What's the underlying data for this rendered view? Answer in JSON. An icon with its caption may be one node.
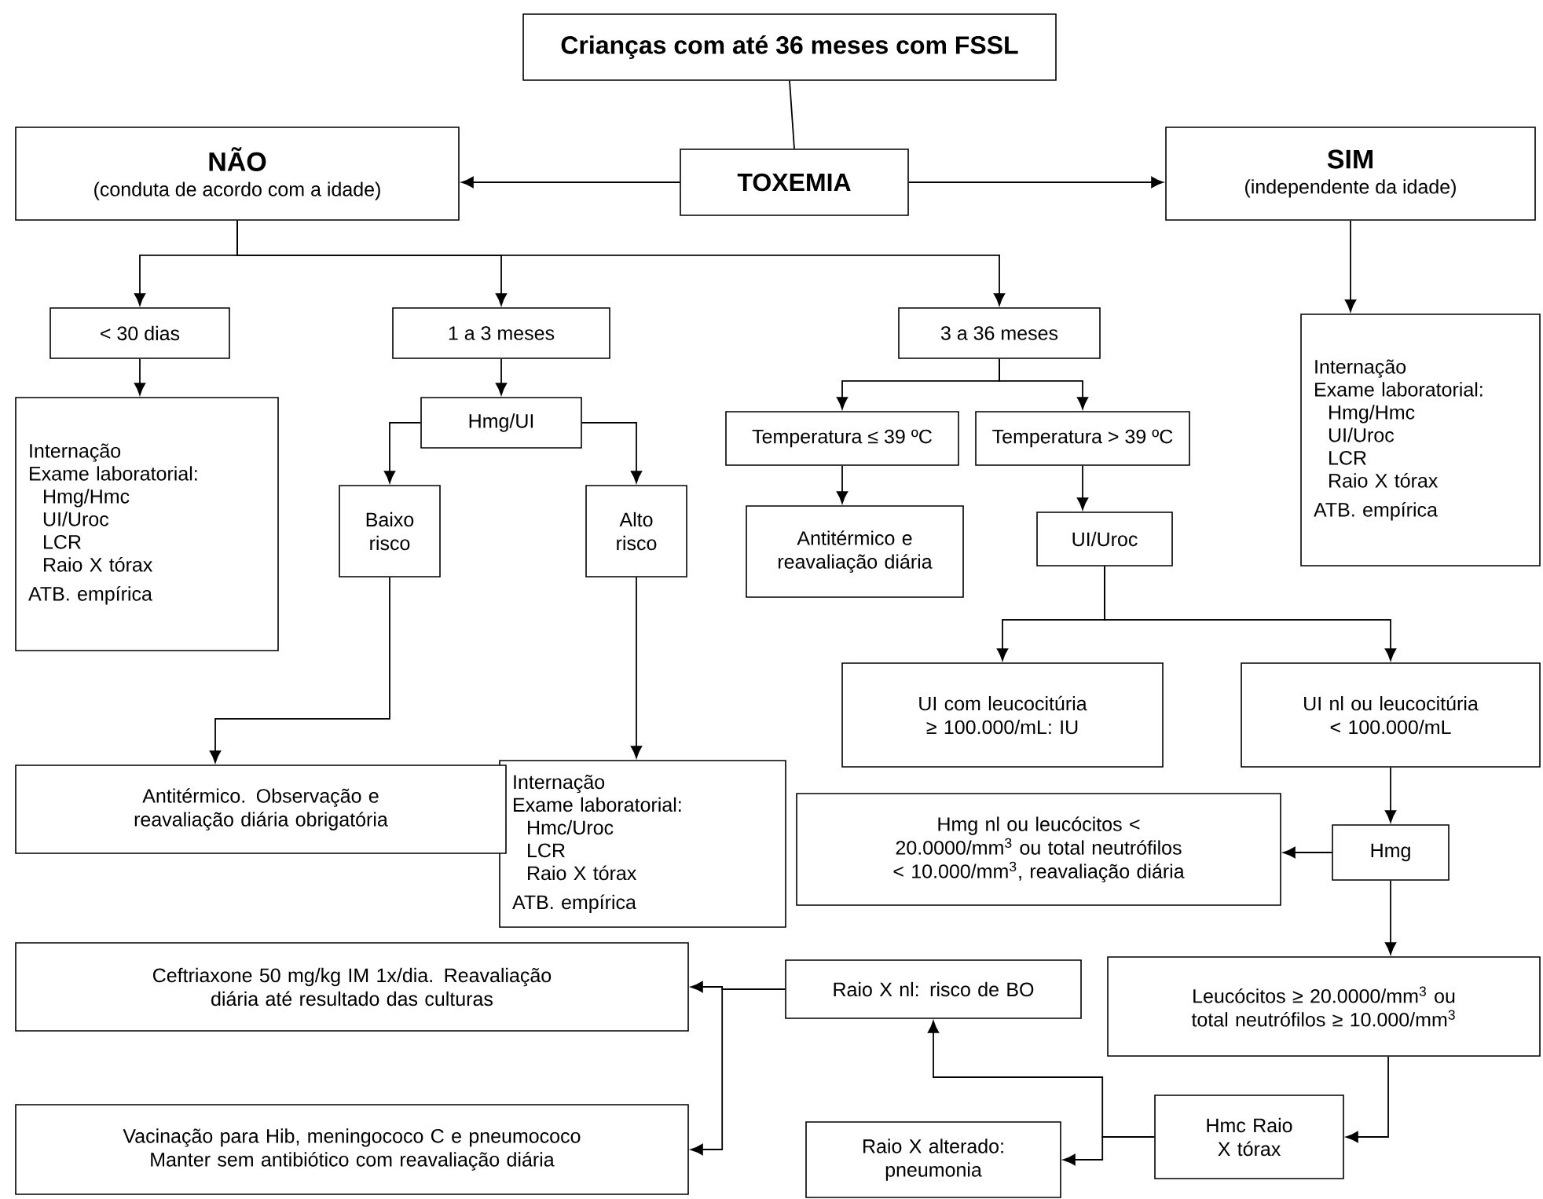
{
  "diagram": {
    "nodes": [
      {
        "text": [
          "Crianças com até 36 meses com FSSL"
        ]
      },
      {
        "text": [
          "TOXEMIA"
        ]
      },
      {
        "text": [
          "NÃO",
          "(conduta de acordo com a idade)"
        ]
      },
      {
        "text": [
          "SIM",
          "(independente da idade)"
        ]
      },
      {
        "text": [
          "< 30 dias"
        ]
      },
      {
        "text": [
          "1 a 3 meses"
        ]
      },
      {
        "text": [
          "3 a 36 meses"
        ]
      },
      {
        "text": [
          "Internação",
          "Exame laboratorial:",
          "Hmg/Hmc",
          "UI/Uroc",
          "LCR",
          "Raio X tórax",
          "ATB. empírica"
        ]
      },
      {
        "text": [
          "Hmg/UI"
        ]
      },
      {
        "text": [
          "Temperatura ≤ 39 ºC"
        ]
      },
      {
        "text": [
          "Temperatura > 39 ºC"
        ]
      },
      {
        "text": [
          "Internação",
          "Exame laboratorial:",
          "Hmg/Hmc",
          "UI/Uroc",
          "LCR",
          "Raio X tórax",
          "ATB. empírica"
        ]
      },
      {
        "text": [
          "Baixo risco"
        ]
      },
      {
        "text": [
          "Alto risco"
        ]
      },
      {
        "text": [
          "Antitérmico e reavaliação diária"
        ]
      },
      {
        "text": [
          "UI/Uroc"
        ]
      },
      {
        "text": [
          "Internação",
          "Exame laboratorial:",
          "Hmc/Uroc",
          "LCR",
          "Raio X tórax",
          "ATB. empírica"
        ]
      },
      {
        "text": [
          "Antitérmico. Observação e reavaliação diária obrigatória"
        ]
      },
      {
        "text": [
          "UI com leucocitúria ≥ 100.000/mL: IU"
        ]
      },
      {
        "text": [
          "UI nl ou leucocitúria < 100.000/mL"
        ]
      },
      {
        "text": [
          "Hmg nl ou leucócitos < 20.0000/mm$^{3}$ ou total neutrófilos < 10.000/mm$^{3}$, reavaliação diária"
        ]
      },
      {
        "text": [
          "Hmg"
        ]
      },
      {
        "text": [
          "Ceftriaxone 50 mg/kg IM 1x/dia. Reavaliação diária até resultado das culturas"
        ]
      },
      {
        "text": [
          "Raio X nl: risco de BO"
        ]
      },
      {
        "text": [
          "Leucócitos ≥ 20.0000/mm$^{3}$ ou total neutrófilos ≥ 10.000/mm$^{3}$"
        ]
      },
      {
        "text": [
          "Vacinação para Hib, meningococo C e pneumococo Manter sem antibiótico com reavaliação diária"
        ]
      },
      {
        "text": [
          "Hmc Raio X tórax"
        ]
      },
      {
        "text": [
          "Raio X alterado: pneumonia"
        ]
      }
    ],
    "edges": [
      {
        "from": 0,
        "to": 1,
        "arrow": "none"
      },
      {
        "from": 1,
        "to": 2,
        "arrow": "to"
      },
      {
        "from": 1,
        "to": 3,
        "arrow": "to"
      },
      {
        "from": 2,
        "to": 4,
        "arrow": "to"
      },
      {
        "from": 2,
        "to": 5,
        "arrow": "to"
      },
      {
        "from": 2,
        "to": 6,
        "arrow": "to"
      },
      {
        "from": 3,
        "to": 11,
        "arrow": "to"
      },
      {
        "from": 4,
        "to": 7,
        "arrow": "to"
      },
      {
        "from": 5,
        "to": 8,
        "arrow": "to"
      },
      {
        "from": 6,
        "to": 9,
        "arrow": "to"
      },
      {
        "from": 6,
        "to": 10,
        "arrow": "to"
      },
      {
        "from": 8,
        "to": 12,
        "arrow": "to"
      },
      {
        "from": 8,
        "to": 13,
        "arrow": "to"
      },
      {
        "from": 9,
        "to": 14,
        "arrow": "to"
      },
      {
        "from": 10,
        "to": 15,
        "arrow": "to"
      },
      {
        "from": 13,
        "to": 16,
        "arrow": "to"
      },
      {
        "from": 12,
        "to": 17,
        "arrow": "to"
      },
      {
        "from": 15,
        "to": 18,
        "arrow": "to"
      },
      {
        "from": 15,
        "to": 19,
        "arrow": "to"
      },
      {
        "from": 19,
        "to": 21,
        "arrow": "to"
      },
      {
        "from": 21,
        "to": 20,
        "arrow": "to"
      },
      {
        "from": 21,
        "to": 24,
        "arrow": "to"
      },
      {
        "from": 24,
        "to": 26,
        "arrow": "to"
      },
      {
        "from": 26,
        "to": 27,
        "arrow": "to"
      },
      {
        "from": 26,
        "to": 23,
        "arrow": "to"
      },
      {
        "from": 23,
        "to": 22,
        "arrow": "to"
      },
      {
        "from": 23,
        "to": 25,
        "arrow": "to"
      }
    ]
  }
}
